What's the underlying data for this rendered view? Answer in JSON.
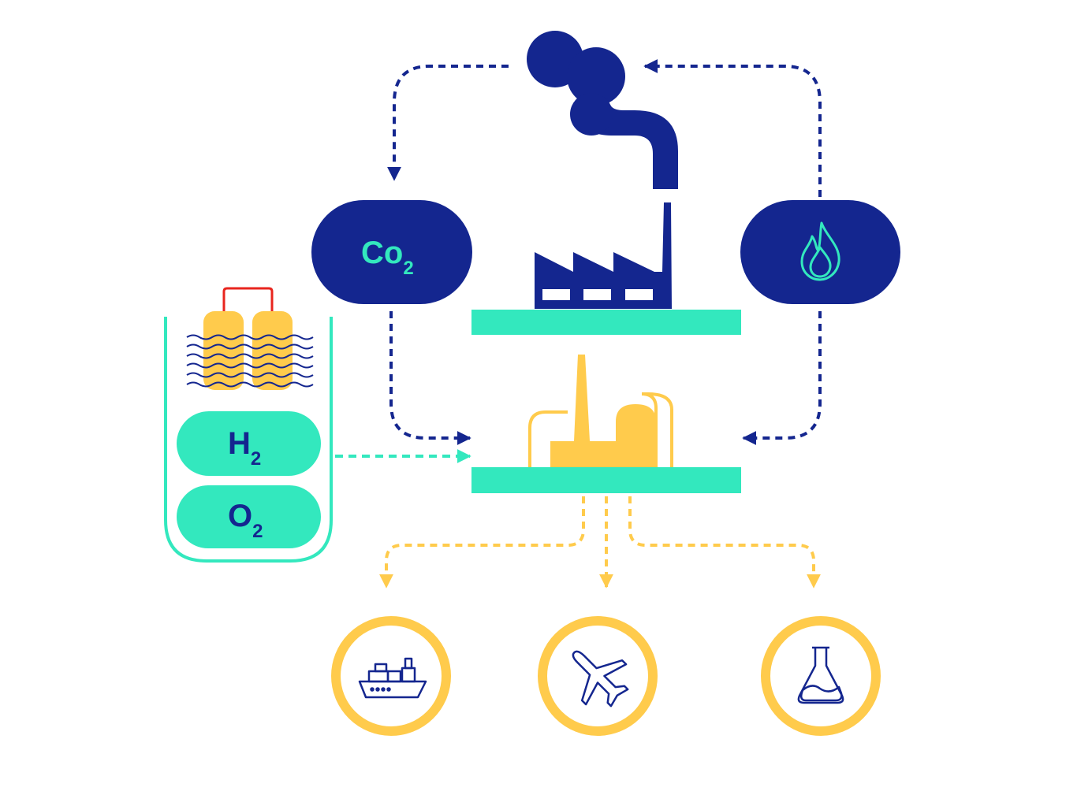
{
  "colors": {
    "navy": "#14268F",
    "teal": "#33E8BE",
    "yellow": "#FFCB4C",
    "red": "#E8251E",
    "white": "#FFFFFF"
  },
  "nodes": {
    "co2": {
      "main": "Co",
      "sub": "2",
      "icon": "co2-pill"
    },
    "fuel": {
      "icon": "flame-icon"
    },
    "h2": {
      "main": "H",
      "sub": "2"
    },
    "o2": {
      "main": "O",
      "sub": "2"
    },
    "emitter": {
      "icon": "smoke-cloud-icon"
    },
    "factory": {
      "icon": "factory-icon"
    },
    "refinery": {
      "icon": "refinery-icon"
    },
    "electrolyzer": {
      "icon": "electrolyzer-tanks-icon"
    }
  },
  "outputs": [
    {
      "icon": "ship-icon"
    },
    {
      "icon": "airplane-icon"
    },
    {
      "icon": "flask-icon"
    }
  ]
}
